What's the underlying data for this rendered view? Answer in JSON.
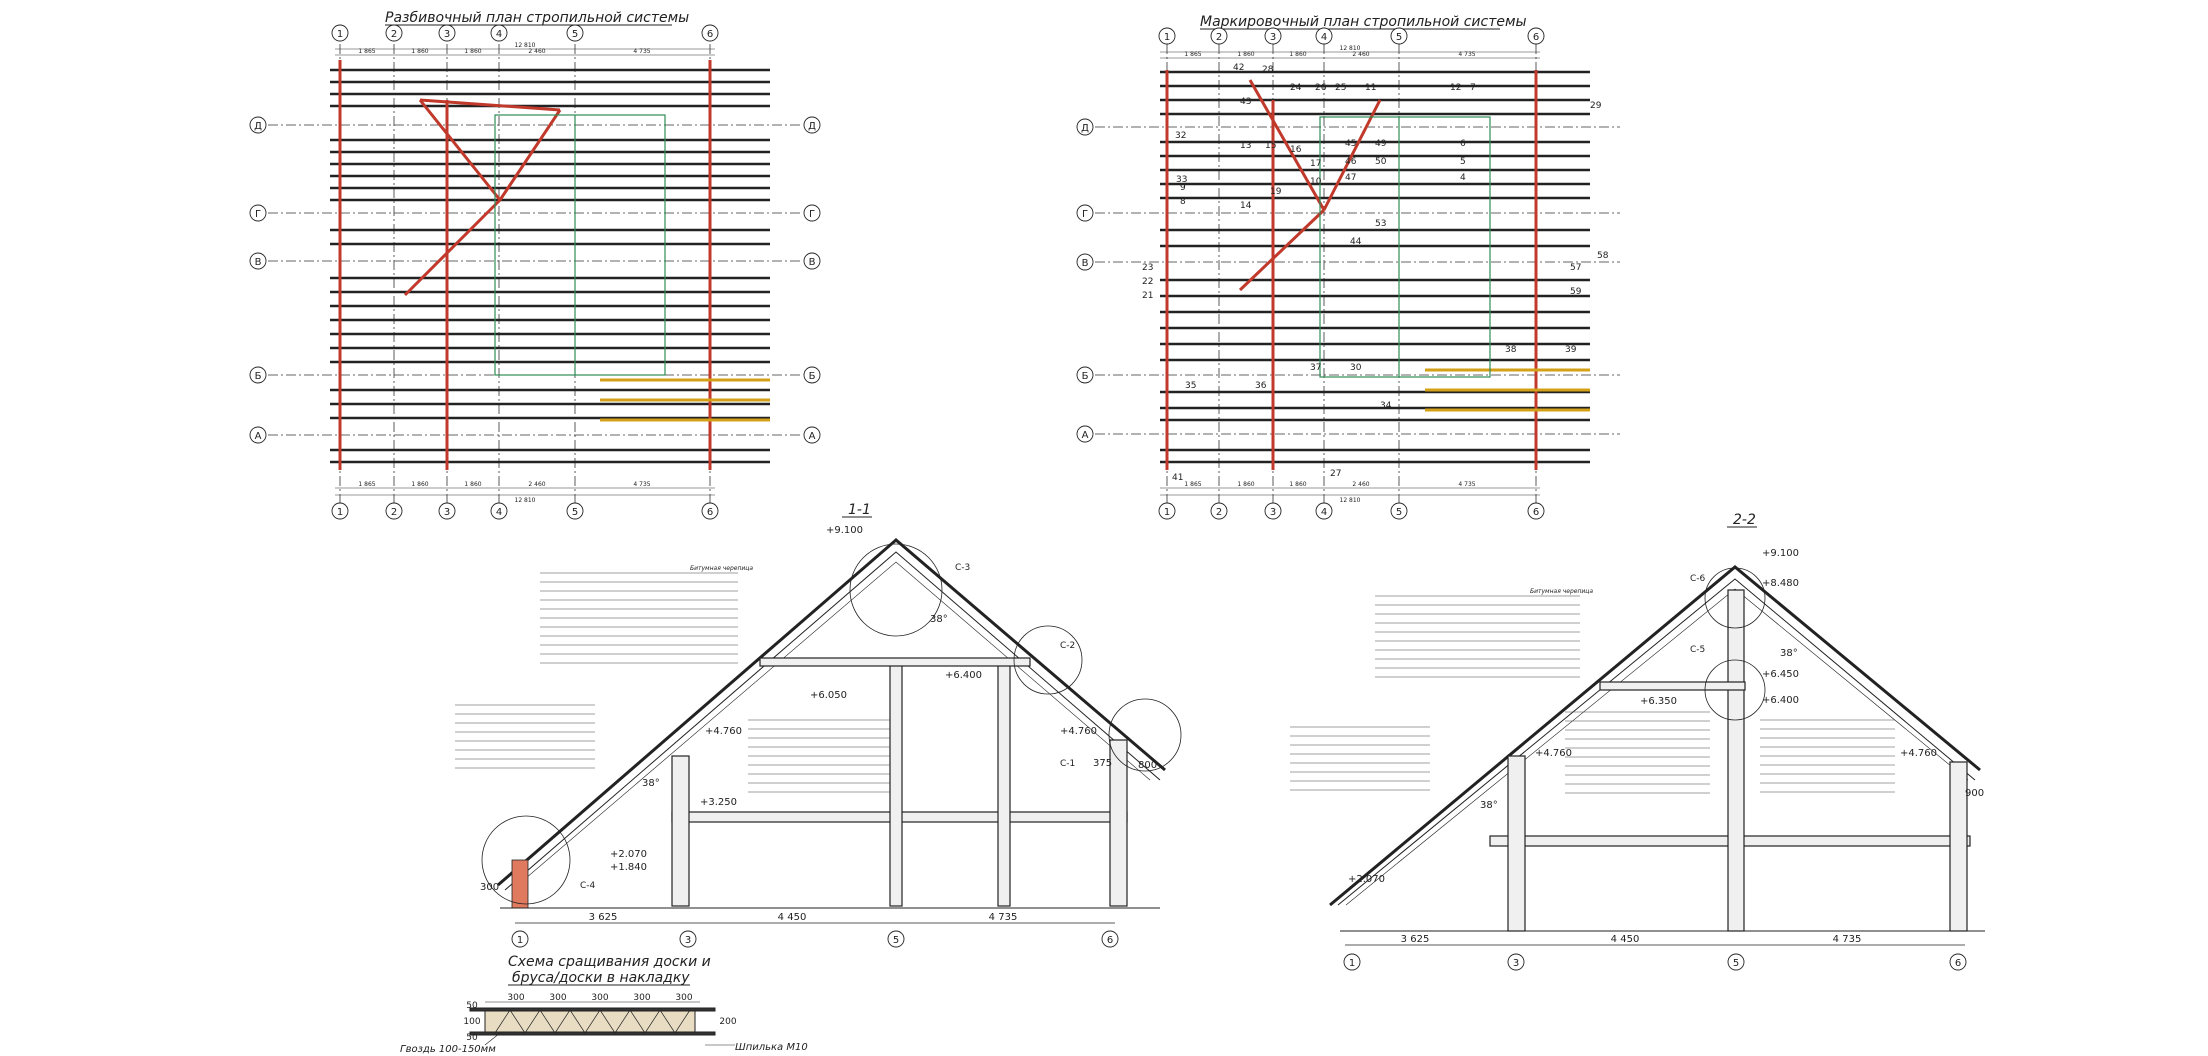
{
  "titles": {
    "plan1": "Разбивочный план стропильной системы",
    "plan2": "Маркировочный план стропильной системы",
    "section1": "1-1",
    "section2": "2-2",
    "splice1": "Схема сращивания доски и",
    "splice2": "бруса/доски в накладку"
  },
  "plan1": {
    "axes_top": [
      "1",
      "2",
      "3",
      "4",
      "5",
      "6"
    ],
    "axes_side": [
      "Д",
      "Г",
      "В",
      "Б",
      "А"
    ],
    "dims_top": [
      "1 865",
      "1 860",
      "1 860",
      "2 460",
      "4 735"
    ],
    "overall": "12 810"
  },
  "plan2": {
    "axes_top": [
      "1",
      "2",
      "3",
      "4",
      "5",
      "6"
    ],
    "axes_side": [
      "Д",
      "Г",
      "В",
      "Б",
      "А"
    ],
    "dims_top": [
      "1 865",
      "1 860",
      "1 860",
      "2 460",
      "4 735"
    ],
    "overall": "12 810",
    "marks": [
      "42",
      "43",
      "28",
      "24",
      "26",
      "25",
      "11",
      "12",
      "32",
      "13",
      "15",
      "16",
      "45",
      "49",
      "46",
      "50",
      "47",
      "8",
      "9",
      "10",
      "17",
      "33",
      "14",
      "19",
      "53",
      "44",
      "23",
      "22",
      "21",
      "35",
      "36",
      "37",
      "30",
      "38",
      "39",
      "29",
      "58",
      "57",
      "59",
      "34",
      "41",
      "27",
      "7",
      "6",
      "5",
      "4"
    ]
  },
  "section1": {
    "levels": [
      "+9.100",
      "+6.400",
      "+6.050",
      "+4.760",
      "+4.760",
      "+3.250",
      "+2.070",
      "+1.840"
    ],
    "angles": [
      "38°",
      "38°"
    ],
    "nodes": [
      "С-3",
      "С-2",
      "С-1",
      "С-4"
    ],
    "dims": [
      "3 625",
      "4 450",
      "4 735"
    ],
    "axes": [
      "1",
      "3",
      "5",
      "6"
    ],
    "small": [
      "300",
      "375",
      "800"
    ],
    "callout_title": "Битумная черепица"
  },
  "section2": {
    "levels": [
      "+9.100",
      "+8.480",
      "+6.450",
      "+6.400",
      "+6.350",
      "+4.760",
      "+4.760",
      "+2.070"
    ],
    "angle": "38°",
    "nodes": [
      "С-6",
      "С-5"
    ],
    "dims": [
      "3 625",
      "4 450",
      "4 735"
    ],
    "axes": [
      "1",
      "3",
      "5",
      "6"
    ],
    "small": [
      "900"
    ],
    "callout_title": "Битумная черепица"
  },
  "splice": {
    "dims": [
      "300",
      "300",
      "300",
      "300",
      "300"
    ],
    "side": [
      "50",
      "100",
      "50"
    ],
    "height": "200",
    "nail": "Гвоздь 100-150мм",
    "stud": "Шпилька М10"
  }
}
